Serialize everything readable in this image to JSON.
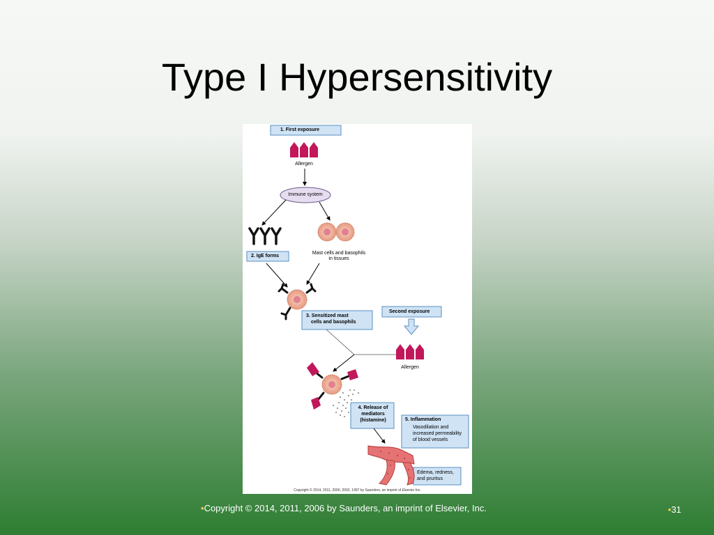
{
  "slide": {
    "title": "Type I Hypersensitivity",
    "footer_bullet": "•",
    "footer": "Copyright © 2014, 2011, 2006 by Saunders, an imprint of Elsevier, Inc.",
    "page_bullet": "•",
    "page_number": "31"
  },
  "figure": {
    "step1": "1. First exposure",
    "allergen_1": "Allergen",
    "immune_system": "Immune system",
    "step2": "2. IgE forms",
    "mast_cells_1": "Mast cells and basophils",
    "mast_cells_2": "in tissues",
    "step3_1": "3. Sensitized mast",
    "step3_2": "cells and basophils",
    "second_exposure": "Second exposure",
    "allergen_2": "Allergen",
    "step4_1": "4. Release of",
    "step4_2": "mediators",
    "step4_3": "(histamine)",
    "step5_title": "5. Inflammation",
    "step5_1": "Vasodilation and",
    "step5_2": "increased permeability",
    "step5_3": "of blood vessels",
    "edema_1": "Edema, redness,",
    "edema_2": "and pruritus",
    "copyright": "Copyright © 2014, 2011, 2006, 2002, 1997 by Saunders, an imprint of Elsevier Inc."
  },
  "colors": {
    "box_fill": "#cfe3f5",
    "box_stroke": "#5a8fc0",
    "allergen": "#c2185b",
    "cell": "#f4b9a0",
    "vessel": "#e57373"
  }
}
